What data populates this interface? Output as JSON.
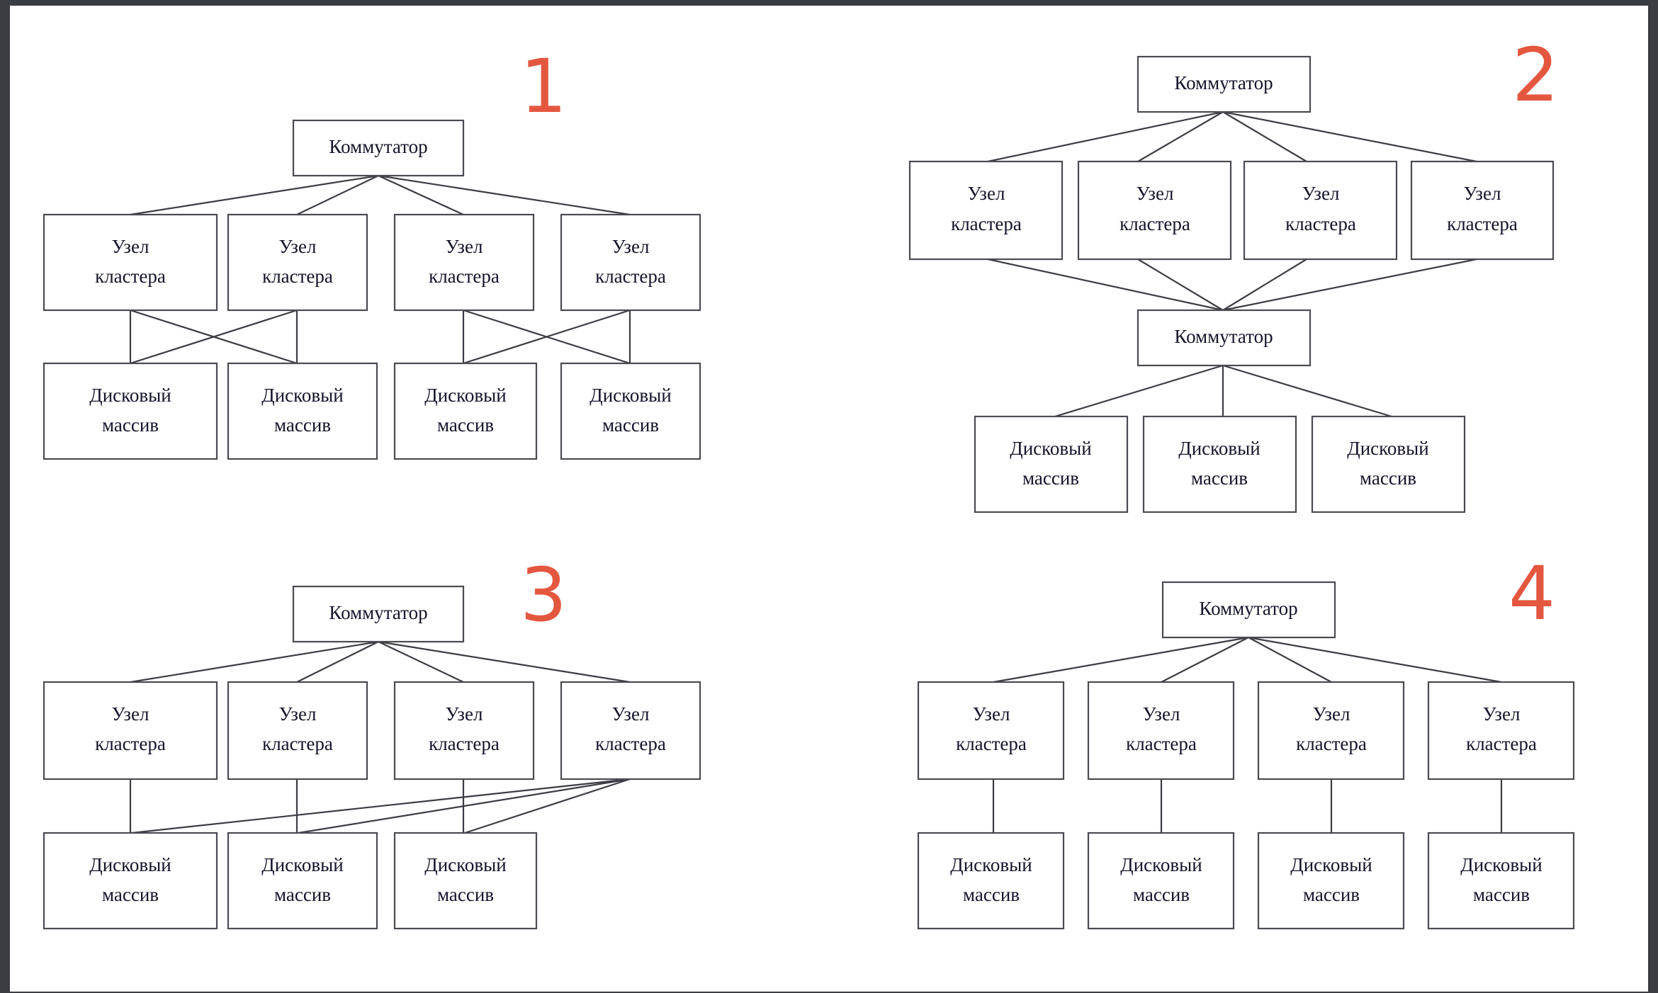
{
  "page": {
    "background": "#ffffff",
    "frame_color": "#3a3d42",
    "accent_color": "#e4573f",
    "line_color": "#3c3c44",
    "box_stroke": "#4a4a52",
    "text_color": "#14142b"
  },
  "labels": {
    "switch": "Коммутатор",
    "cluster_node_line1": "Узел",
    "cluster_node_line2": "кластера",
    "disk_array_line1": "Дисковый",
    "disk_array_line2": "массив"
  },
  "diagrams": [
    {
      "number": "1",
      "switch_count": 1,
      "cluster_node_count": 4,
      "disk_array_count": 4,
      "topology": "Один коммутатор; каждый узел кластера соединён перекрёстно с двумя дисковыми массивами в своей паре",
      "switch_labels": [
        "Коммутатор"
      ],
      "cluster_node_labels": [
        "Узел кластера",
        "Узел кластера",
        "Узел кластера",
        "Узел кластера"
      ],
      "disk_array_labels": [
        "Дисковый массив",
        "Дисковый массив",
        "Дисковый массив",
        "Дисковый массив"
      ],
      "edges_switch_to_nodes": [
        [
          0,
          0
        ],
        [
          0,
          1
        ],
        [
          0,
          2
        ],
        [
          0,
          3
        ]
      ],
      "edges_nodes_to_disks": [
        [
          0,
          0
        ],
        [
          0,
          1
        ],
        [
          1,
          0
        ],
        [
          1,
          1
        ],
        [
          2,
          2
        ],
        [
          2,
          3
        ],
        [
          3,
          2
        ],
        [
          3,
          3
        ]
      ]
    },
    {
      "number": "2",
      "switch_count": 2,
      "cluster_node_count": 4,
      "disk_array_count": 3,
      "topology": "Два коммутатора; верхний коммутатор соединён со всеми узлами, узлы соединены с нижним коммутатором, нижний коммутатор — с дисковыми массивами",
      "switch_labels": [
        "Коммутатор",
        "Коммутатор"
      ],
      "cluster_node_labels": [
        "Узел кластера",
        "Узел кластера",
        "Узел кластера",
        "Узел кластера"
      ],
      "disk_array_labels": [
        "Дисковый массив",
        "Дисковый массив",
        "Дисковый массив"
      ],
      "edges_switch_to_nodes": [
        [
          0,
          0
        ],
        [
          0,
          1
        ],
        [
          0,
          2
        ],
        [
          0,
          3
        ]
      ],
      "edges_nodes_to_switch2": [
        [
          0,
          0
        ],
        [
          1,
          0
        ],
        [
          2,
          0
        ],
        [
          3,
          0
        ]
      ],
      "edges_switch2_to_disks": [
        [
          0,
          0
        ],
        [
          0,
          1
        ],
        [
          0,
          2
        ]
      ]
    },
    {
      "number": "3",
      "switch_count": 1,
      "cluster_node_count": 4,
      "disk_array_count": 3,
      "topology": "Один коммутатор; узлы 1–3 соединены с соответствующими дисковыми массивами, четвёртый узел соединён со всеми тремя массивами",
      "switch_labels": [
        "Коммутатор"
      ],
      "cluster_node_labels": [
        "Узел кластера",
        "Узел кластера",
        "Узел кластера",
        "Узел кластера"
      ],
      "disk_array_labels": [
        "Дисковый массив",
        "Дисковый массив",
        "Дисковый массив"
      ],
      "edges_switch_to_nodes": [
        [
          0,
          0
        ],
        [
          0,
          1
        ],
        [
          0,
          2
        ],
        [
          0,
          3
        ]
      ],
      "edges_nodes_to_disks": [
        [
          0,
          0
        ],
        [
          1,
          1
        ],
        [
          2,
          2
        ],
        [
          3,
          0
        ],
        [
          3,
          1
        ],
        [
          3,
          2
        ]
      ]
    },
    {
      "number": "4",
      "switch_count": 1,
      "cluster_node_count": 4,
      "disk_array_count": 4,
      "topology": "Один коммутатор; каждый узел кластера соединён с одним собственным дисковым массивом",
      "switch_labels": [
        "Коммутатор"
      ],
      "cluster_node_labels": [
        "Узел кластера",
        "Узел кластера",
        "Узел кластера",
        "Узел кластера"
      ],
      "disk_array_labels": [
        "Дисковый массив",
        "Дисковый массив",
        "Дисковый массив",
        "Дисковый массив"
      ],
      "edges_switch_to_nodes": [
        [
          0,
          0
        ],
        [
          0,
          1
        ],
        [
          0,
          2
        ],
        [
          0,
          3
        ]
      ],
      "edges_nodes_to_disks": [
        [
          0,
          0
        ],
        [
          1,
          1
        ],
        [
          2,
          2
        ],
        [
          3,
          3
        ]
      ]
    }
  ]
}
